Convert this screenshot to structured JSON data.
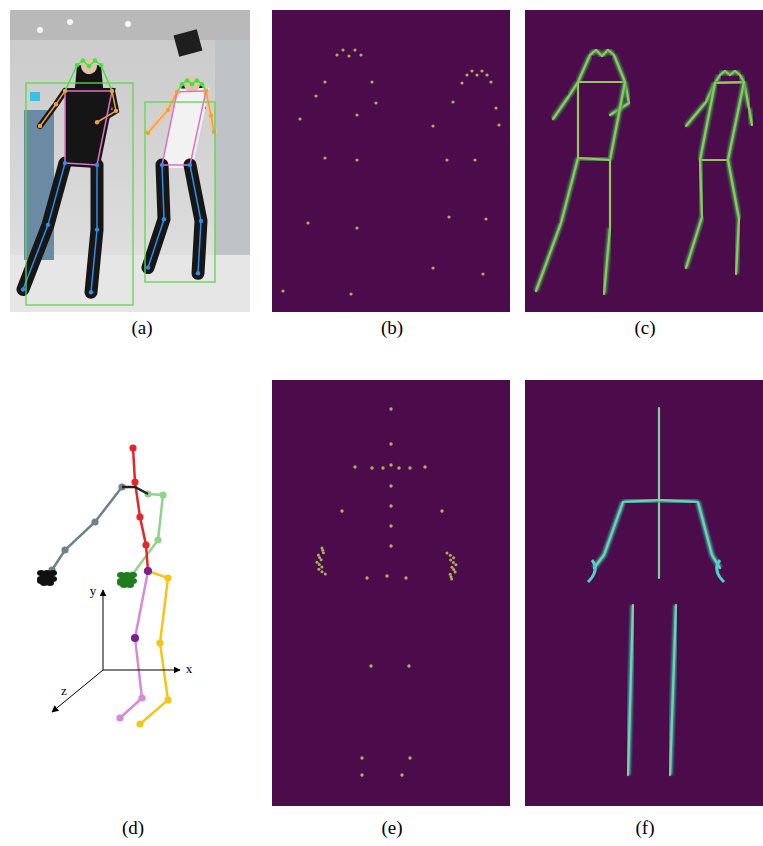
{
  "diagram": {
    "labels": [
      "(a)",
      "(b)",
      "(c)",
      "(d)",
      "(e)",
      "(f)",
      "y",
      "x",
      "z"
    ]
  }
}
